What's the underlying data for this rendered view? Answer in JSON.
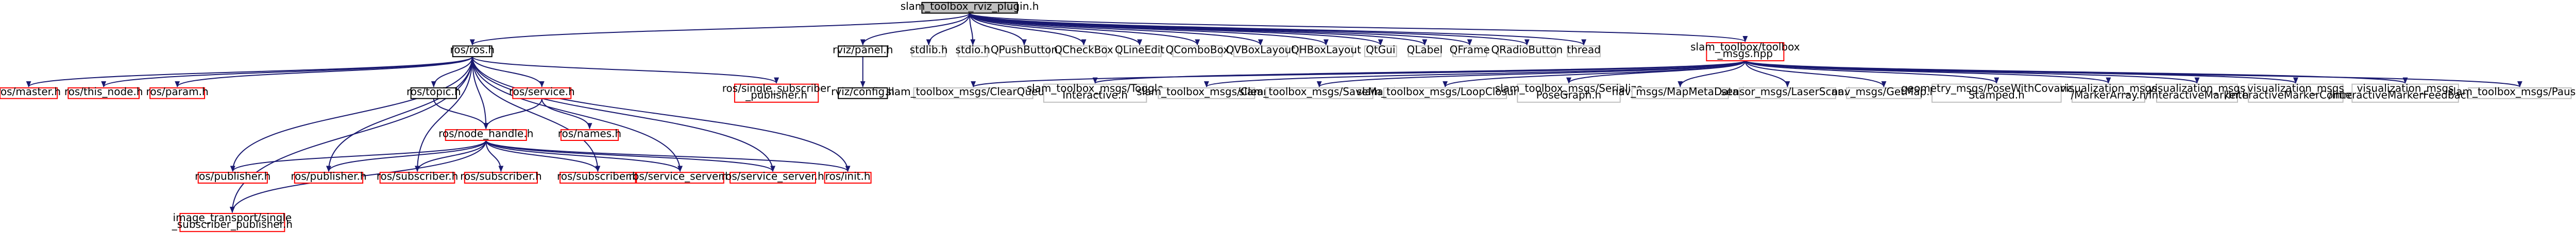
{
  "colors": {
    "edge": "#191970",
    "root_fill": "#bfbfbf",
    "documented_border": "#000000",
    "missing_border": "#ff0000",
    "external_border": "#bfbfbf"
  },
  "nodes": {
    "root": {
      "lines": [
        "slam_toolbox_rviz_plugin.h"
      ],
      "style": "root"
    },
    "ros_h": {
      "lines": [
        "ros/ros.h"
      ],
      "style": "black"
    },
    "panel": {
      "lines": [
        "rviz/panel.h"
      ],
      "style": "black"
    },
    "stdlib": {
      "lines": [
        "stdlib.h"
      ],
      "style": "grey"
    },
    "stdio": {
      "lines": [
        "stdio.h"
      ],
      "style": "grey"
    },
    "qpushbutton": {
      "lines": [
        "QPushButton"
      ],
      "style": "grey"
    },
    "qcheckbox": {
      "lines": [
        "QCheckBox"
      ],
      "style": "grey"
    },
    "qlineedit": {
      "lines": [
        "QLineEdit"
      ],
      "style": "grey"
    },
    "qcombobox": {
      "lines": [
        "QComboBox"
      ],
      "style": "grey"
    },
    "qvboxlayout": {
      "lines": [
        "QVBoxLayout"
      ],
      "style": "grey"
    },
    "qhboxlayout": {
      "lines": [
        "QHBoxLayout"
      ],
      "style": "grey"
    },
    "qtgui": {
      "lines": [
        "QtGui"
      ],
      "style": "grey"
    },
    "qlabel": {
      "lines": [
        "QLabel"
      ],
      "style": "grey"
    },
    "qframe": {
      "lines": [
        "QFrame"
      ],
      "style": "grey"
    },
    "qradiobutton": {
      "lines": [
        "QRadioButton"
      ],
      "style": "grey"
    },
    "thread": {
      "lines": [
        "thread"
      ],
      "style": "grey"
    },
    "toolbox_msgs": {
      "lines": [
        "slam_toolbox/toolbox",
        "_msgs.hpp"
      ],
      "style": "red"
    },
    "master": {
      "lines": [
        "ros/master.h"
      ],
      "style": "red"
    },
    "this_node": {
      "lines": [
        "ros/this_node.h"
      ],
      "style": "red"
    },
    "param": {
      "lines": [
        "ros/param.h"
      ],
      "style": "red"
    },
    "topic": {
      "lines": [
        "ros/topic.h"
      ],
      "style": "black"
    },
    "service": {
      "lines": [
        "ros/service.h"
      ],
      "style": "red"
    },
    "single_sub_pub": {
      "lines": [
        "ros/single_subscriber",
        "_publisher.h"
      ],
      "style": "red"
    },
    "config": {
      "lines": [
        "rviz/config.h"
      ],
      "style": "black"
    },
    "node_handle": {
      "lines": [
        "ros/node_handle.h"
      ],
      "style": "red"
    },
    "names": {
      "lines": [
        "ros/names.h"
      ],
      "style": "red"
    },
    "publisher1": {
      "lines": [
        "ros/publisher.h"
      ],
      "style": "red"
    },
    "publisher2": {
      "lines": [
        "ros/publisher.h"
      ],
      "style": "red"
    },
    "subscriber1": {
      "lines": [
        "ros/subscriber.h"
      ],
      "style": "red"
    },
    "subscriber2": {
      "lines": [
        "ros/subscriber.h"
      ],
      "style": "red"
    },
    "subscriber3": {
      "lines": [
        "ros/subscriber.h"
      ],
      "style": "red"
    },
    "service_server1": {
      "lines": [
        "ros/service_server.h"
      ],
      "style": "red"
    },
    "service_server2": {
      "lines": [
        "ros/service_server.h"
      ],
      "style": "red"
    },
    "init": {
      "lines": [
        "ros/init.h"
      ],
      "style": "red"
    },
    "image_transport": {
      "lines": [
        "image_transport/single",
        "_subscriber_publisher.h"
      ],
      "style": "red"
    },
    "m_clearqueue": {
      "lines": [
        "slam_toolbox_msgs/ClearQueue.h"
      ],
      "style": "grey"
    },
    "m_toggle": {
      "lines": [
        "slam_toolbox_msgs/Toggle",
        "Interactive.h"
      ],
      "style": "grey"
    },
    "m_clear": {
      "lines": [
        "slam_toolbox_msgs/Clear.h"
      ],
      "style": "grey"
    },
    "m_savemap": {
      "lines": [
        "slam_toolbox_msgs/SaveMap.h"
      ],
      "style": "grey"
    },
    "m_loopclosure": {
      "lines": [
        "slam_toolbox_msgs/LoopClosure.h"
      ],
      "style": "grey"
    },
    "m_serialize": {
      "lines": [
        "slam_toolbox_msgs/Serialize",
        "PoseGraph.h"
      ],
      "style": "grey"
    },
    "m_mapmeta": {
      "lines": [
        "nav_msgs/MapMetaData.h"
      ],
      "style": "grey"
    },
    "m_laserscan": {
      "lines": [
        "sensor_msgs/LaserScan.h"
      ],
      "style": "grey"
    },
    "m_getmap": {
      "lines": [
        "nav_msgs/GetMap.h"
      ],
      "style": "grey"
    },
    "m_posecov": {
      "lines": [
        "geometry_msgs/PoseWithCovariance",
        "Stamped.h"
      ],
      "style": "grey"
    },
    "m_markerarray": {
      "lines": [
        "visualization_msgs",
        "/MarkerArray.h"
      ],
      "style": "grey"
    },
    "m_intmarker": {
      "lines": [
        "visualization_msgs",
        "/InteractiveMarker.h"
      ],
      "style": "grey"
    },
    "m_intmarkerctl": {
      "lines": [
        "visualization_msgs",
        "/InteractiveMarkerControl.h"
      ],
      "style": "grey"
    },
    "m_intmarkerfb": {
      "lines": [
        "visualization_msgs",
        "/InteractiveMarkerFeedback.h"
      ],
      "style": "grey"
    },
    "m_pause": {
      "lines": [
        "slam_toolbox_msgs/Pause.h"
      ],
      "style": "grey"
    }
  }
}
